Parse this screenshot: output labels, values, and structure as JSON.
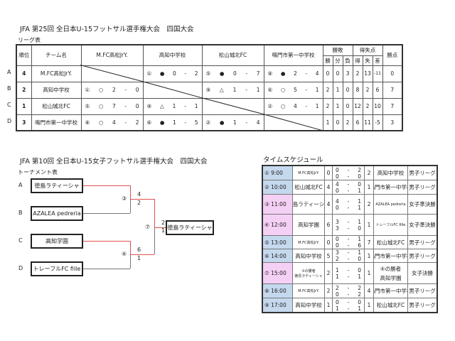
{
  "boys": {
    "title": "JFA 第25回 全日本U-15フットサル選手権大会　四国大会",
    "subtitle": "リーグ表",
    "headers": {
      "rank": "順位",
      "team": "チーム名",
      "wdl": "勝敗",
      "goals": "得失点",
      "points": "勝点",
      "w": "勝",
      "d": "分",
      "l": "負",
      "gf": "得",
      "ga": "失",
      "gd": "差"
    },
    "opponents": [
      "M.FC高松JrY.",
      "高知中学校",
      "松山城北FC",
      "鳴門市第一中学校"
    ],
    "rows": [
      {
        "label": "A",
        "rank": "4",
        "team": "M.FC高松JrY.",
        "results": [
          null,
          {
            "no": "①",
            "mark": "●",
            "a": "0",
            "b": "2"
          },
          {
            "no": "⑤",
            "mark": "●",
            "a": "0",
            "b": "7"
          },
          {
            "no": "⑧",
            "mark": "●",
            "a": "2",
            "b": "4"
          }
        ],
        "w": "0",
        "d": "0",
        "l": "3",
        "gf": "2",
        "ga": "13",
        "gd": "-11",
        "pts": "0"
      },
      {
        "label": "B",
        "rank": "2",
        "team": "高知中学校",
        "results": [
          {
            "no": "①",
            "mark": "○",
            "a": "2",
            "b": "0"
          },
          null,
          {
            "no": "⑨",
            "mark": "△",
            "a": "1",
            "b": "1"
          },
          {
            "no": "⑥",
            "mark": "○",
            "a": "5",
            "b": "1"
          }
        ],
        "w": "2",
        "d": "1",
        "l": "0",
        "gf": "8",
        "ga": "2",
        "gd": "6",
        "pts": "7"
      },
      {
        "label": "C",
        "rank": "1",
        "team": "松山城北FC",
        "results": [
          {
            "no": "⑤",
            "mark": "○",
            "a": "7",
            "b": "0"
          },
          {
            "no": "⑨",
            "mark": "△",
            "a": "1",
            "b": "1"
          },
          null,
          {
            "no": "②",
            "mark": "○",
            "a": "4",
            "b": "1"
          }
        ],
        "w": "2",
        "d": "1",
        "l": "0",
        "gf": "12",
        "ga": "2",
        "gd": "10",
        "pts": "7"
      },
      {
        "label": "D",
        "rank": "3",
        "team": "鳴門市第一中学校",
        "results": [
          {
            "no": "⑧",
            "mark": "○",
            "a": "4",
            "b": "2"
          },
          {
            "no": "⑥",
            "mark": "●",
            "a": "1",
            "b": "5"
          },
          {
            "no": "②",
            "mark": "●",
            "a": "1",
            "b": "4"
          },
          null
        ],
        "w": "1",
        "d": "0",
        "l": "2",
        "gf": "6",
        "ga": "11",
        "gd": "-5",
        "pts": "3"
      }
    ]
  },
  "girls": {
    "title": "JFA 第10回 全日本U-15女子フットサル選手権大会　四国大会",
    "subtitle": "トーナメント表",
    "teams": [
      {
        "label": "A",
        "name": "徳島ラティーシャ"
      },
      {
        "label": "B",
        "name": "AZALEA pedreria"
      },
      {
        "label": "C",
        "name": "高知学園"
      },
      {
        "label": "D",
        "name": "トレーフルFC fille"
      }
    ],
    "semi1": {
      "no": "③",
      "top": "4",
      "bottom": "2"
    },
    "semi2": {
      "no": "④",
      "top": "6",
      "bottom": "1"
    },
    "final": {
      "no": "⑦",
      "top": "2",
      "bottom": "1",
      "winner": "徳島ラティーシャ"
    }
  },
  "schedule": {
    "title": "タイムスケジュール",
    "rows": [
      {
        "time": "① 9:00",
        "t1": "M.FC高松JrY.",
        "s1": "0",
        "h1": [
          "0",
          "2"
        ],
        "h2": [
          "0",
          "0"
        ],
        "s2": "2",
        "t2": "高知中学校",
        "cat": "男子リーグ",
        "color": "blue"
      },
      {
        "time": "② 10:00",
        "t1": "松山城北FC",
        "s1": "4",
        "h1": [
          "4",
          "0"
        ],
        "h2": [
          "0",
          "1"
        ],
        "s2": "1",
        "t2": "鳴門市第一中学校",
        "cat": "男子リーグ",
        "color": "blue"
      },
      {
        "time": "③ 11:00",
        "t1": "徳島ラティーシャ",
        "s1": "4",
        "h1": [
          "4",
          "1"
        ],
        "h2": [
          "0",
          "1"
        ],
        "s2": "2",
        "t2": "AZALEA pedreria",
        "cat": "女子準決勝",
        "color": "pink"
      },
      {
        "time": "④ 12:00",
        "t1": "高知学園",
        "s1": "6",
        "h1": [
          "3",
          "1"
        ],
        "h2": [
          "3",
          "0"
        ],
        "s2": "1",
        "t2": "トレーフルFC fille",
        "cat": "女子準決勝",
        "color": "pink"
      },
      {
        "time": "⑤ 13:00",
        "t1": "M.FC高松JrY.",
        "s1": "0",
        "h1": [
          "0",
          "1"
        ],
        "h2": [
          "0",
          "6"
        ],
        "s2": "7",
        "t2": "松山城北FC",
        "cat": "男子リーグ",
        "color": "blue"
      },
      {
        "time": "⑥ 14:00",
        "t1": "高知中学校",
        "s1": "5",
        "h1": [
          "3",
          "1"
        ],
        "h2": [
          "2",
          "0"
        ],
        "s2": "1",
        "t2": "鳴門市第一中学校",
        "cat": "男子リーグ",
        "color": "blue"
      },
      {
        "time": "⑦ 15:00",
        "t1": "③の勝者",
        "t1b": "徳島ラティーシャ",
        "s1": "2",
        "h1": [
          "1",
          "0"
        ],
        "h2": [
          "1",
          "1"
        ],
        "s2": "1",
        "t2": "④の勝者",
        "t2b": "高知学園",
        "cat": "女子決勝",
        "color": "pink"
      },
      {
        "time": "⑧ 16:00",
        "t1": "M.FC高松JrY.",
        "s1": "2",
        "h1": [
          "2",
          "2"
        ],
        "h2": [
          "0",
          "2"
        ],
        "s2": "4",
        "t2": "鳴門市第一中学校",
        "cat": "男子リーグ",
        "color": "blue"
      },
      {
        "time": "⑨ 17:00",
        "t1": "高知中学校",
        "s1": "1",
        "h1": [
          "0",
          "0"
        ],
        "h2": [
          "1",
          "1"
        ],
        "s2": "1",
        "t2": "松山城北FC",
        "cat": "男子リーグ",
        "color": "blue"
      }
    ]
  }
}
